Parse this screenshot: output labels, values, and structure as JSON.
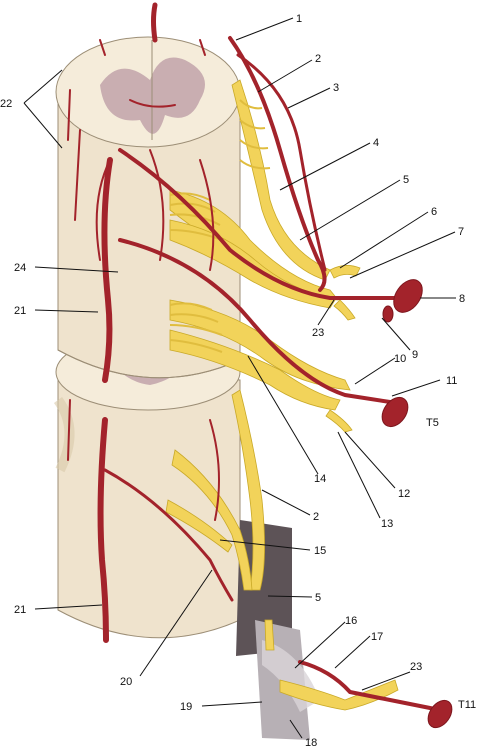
{
  "figure": {
    "segment_labels": {
      "upper": "T5",
      "lower": "T11"
    },
    "callouts": [
      "1",
      "2",
      "3",
      "4",
      "5",
      "6",
      "7",
      "8",
      "9",
      "10",
      "11",
      "12",
      "13",
      "14",
      "2",
      "15",
      "5",
      "16",
      "17",
      "23",
      "18",
      "19",
      "20",
      "21",
      "21",
      "22",
      "23",
      "24"
    ]
  },
  "colors": {
    "cord": "#efe3cd",
    "cord_shadow": "#d9c9aa",
    "grey_matter": "#c9aeb1",
    "artery": "#a3232b",
    "artery_dark": "#7d161d",
    "nerve": "#f2d35a",
    "nerve_dark": "#c9a928",
    "dura": "#5d5357",
    "dura_light": "#b7b0b5"
  }
}
